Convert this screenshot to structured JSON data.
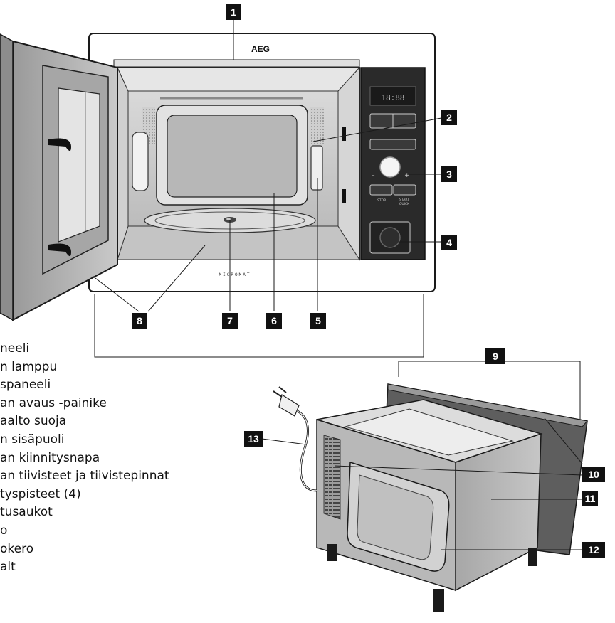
{
  "brand": "AEG",
  "model_text": "MICROMAT",
  "controls": {
    "display_text": "18:88",
    "stop_label": "STOP",
    "start_label": "START",
    "quick_label": "QUICK",
    "minus_label": "–",
    "plus_label": "+"
  },
  "callouts": [
    "1",
    "2",
    "3",
    "4",
    "5",
    "6",
    "7",
    "8",
    "9",
    "10",
    "11",
    "12",
    "13"
  ],
  "legend": [
    "neeli",
    "n lamppu",
    "spaneeli",
    "an avaus -painike",
    "aalto suoja",
    "n sisäpuoli",
    "an kiinnitysnapa",
    "an tiivisteet ja tiivistepinnat",
    "tyspisteet (4)",
    "tusaukot",
    "o",
    "okero",
    "alt"
  ],
  "colors": {
    "line": "#1a1a1a",
    "callout_bg": "#111111",
    "callout_text": "#ffffff",
    "door_gray": "#bdbdbd",
    "cavity_gray": "#cfcfcf",
    "panel_dark": "#2a2a2a",
    "body_gray": "#b0b0b0",
    "top_gray": "#dadada"
  }
}
